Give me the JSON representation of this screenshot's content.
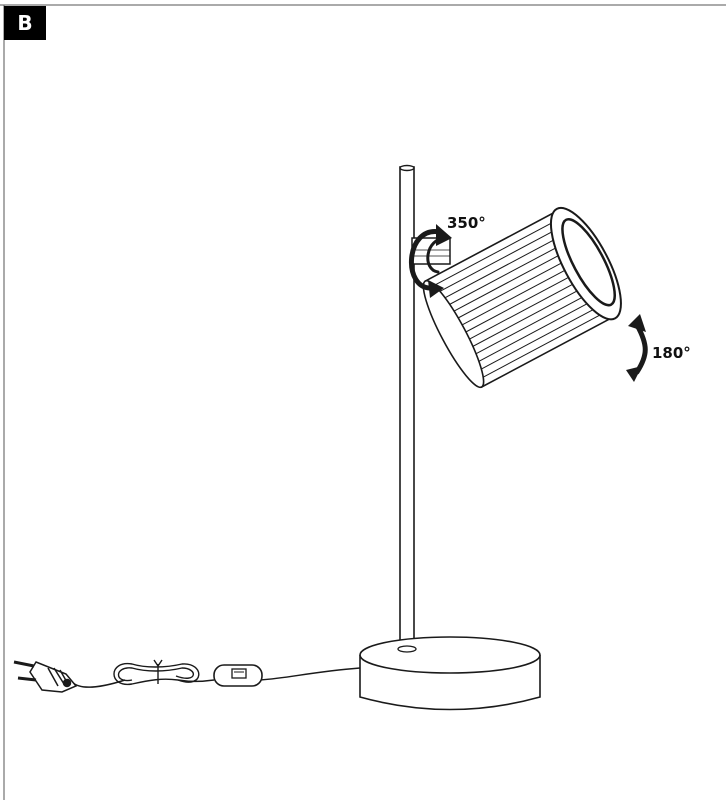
{
  "figure": {
    "section_label": "B",
    "rotation_head_label": "350°",
    "tilt_label": "180°",
    "colors": {
      "line": "#1a1a1a",
      "badge_bg": "#000000",
      "badge_text": "#ffffff"
    }
  }
}
